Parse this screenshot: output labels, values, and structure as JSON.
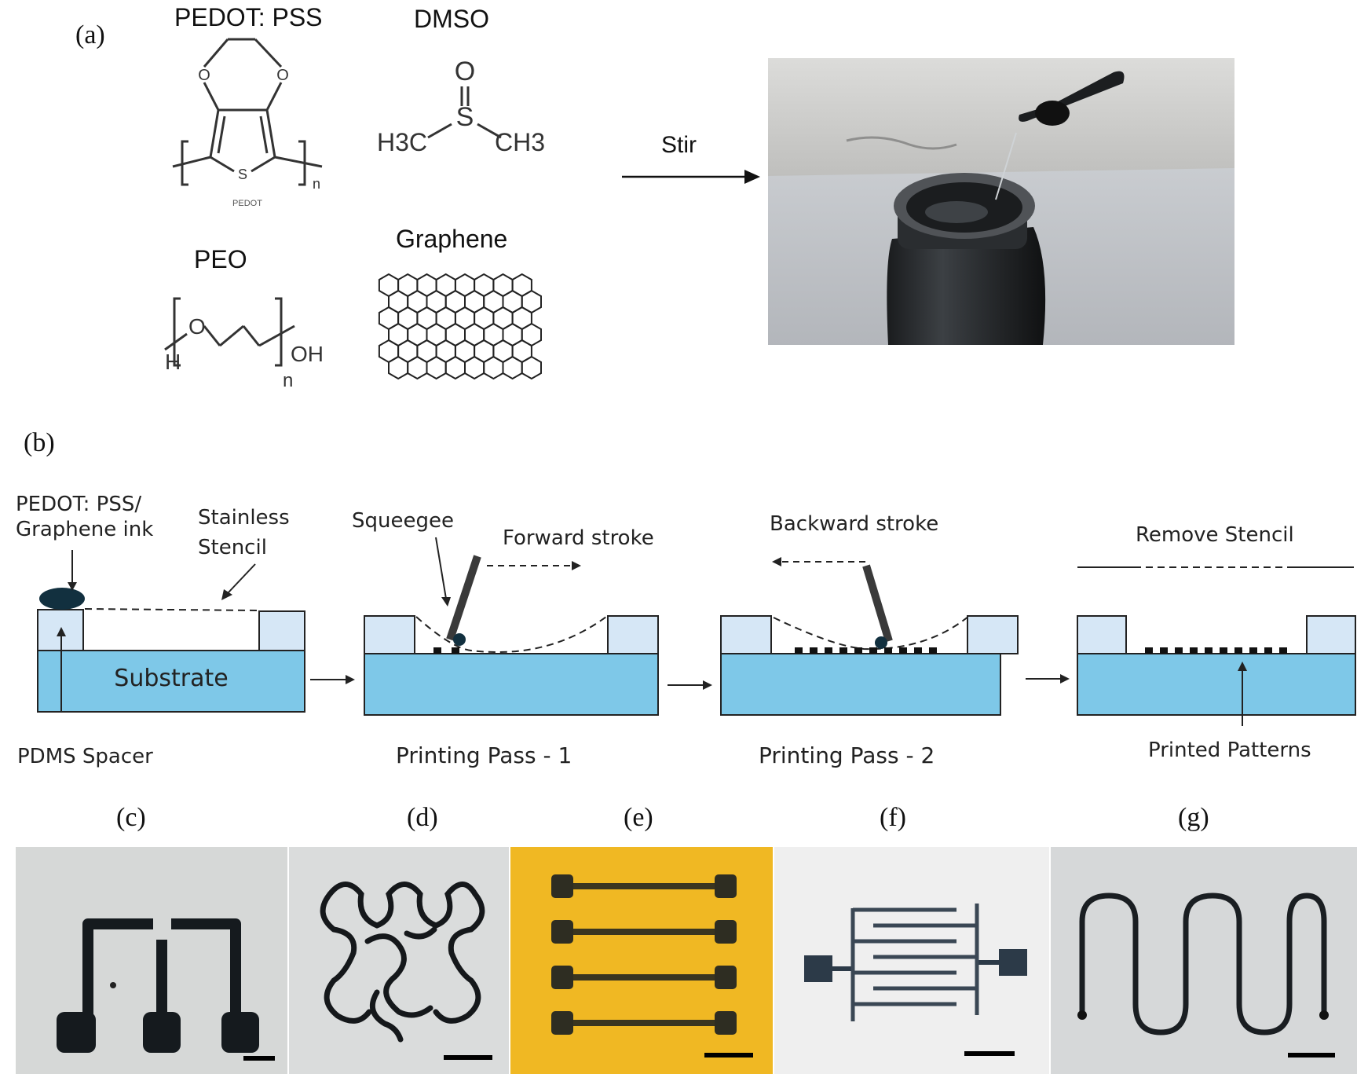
{
  "panel_a": {
    "label": "(a)",
    "pedot_pss_title": "PEDOT: PSS",
    "pedot_caption": "PEDOT",
    "dmso_title": "DMSO",
    "dmso_left_group": "H3C",
    "dmso_right_group": "CH3",
    "dmso_s": "S",
    "dmso_o": "O",
    "peo_title": "PEO",
    "peo_h": "H",
    "peo_o": "O",
    "peo_oh": "OH",
    "peo_n": "n",
    "pedot_n": "n",
    "pedot_o": "O",
    "pedot_s": "S",
    "graphene_title": "Graphene",
    "arrow_label": "Stir"
  },
  "panel_b": {
    "label": "(b)",
    "ink_label_line1": "PEDOT: PSS/",
    "ink_label_line2": "Graphene ink",
    "stencil_label_line1": "Stainless",
    "stencil_label_line2": "Stencil",
    "substrate_label": "Substrate",
    "spacer_label": "PDMS Spacer",
    "squeegee_label": "Squeegee",
    "forward_label": "Forward stroke",
    "pass1_label": "Printing Pass - 1",
    "backward_label": "Backward stroke",
    "pass2_label": "Printing Pass - 2",
    "remove_label": "Remove Stencil",
    "patterns_label": "Printed Patterns"
  },
  "photo_panels": {
    "c_label": "(c)",
    "d_label": "(d)",
    "e_label": "(e)",
    "f_label": "(f)",
    "g_label": "(g)"
  },
  "colors": {
    "substrate": "#7ec8e8",
    "spacer": "#d6e7f6",
    "ink": "#12303f",
    "squeegee": "#3a3a3a",
    "gold_background": "#f0b823"
  }
}
